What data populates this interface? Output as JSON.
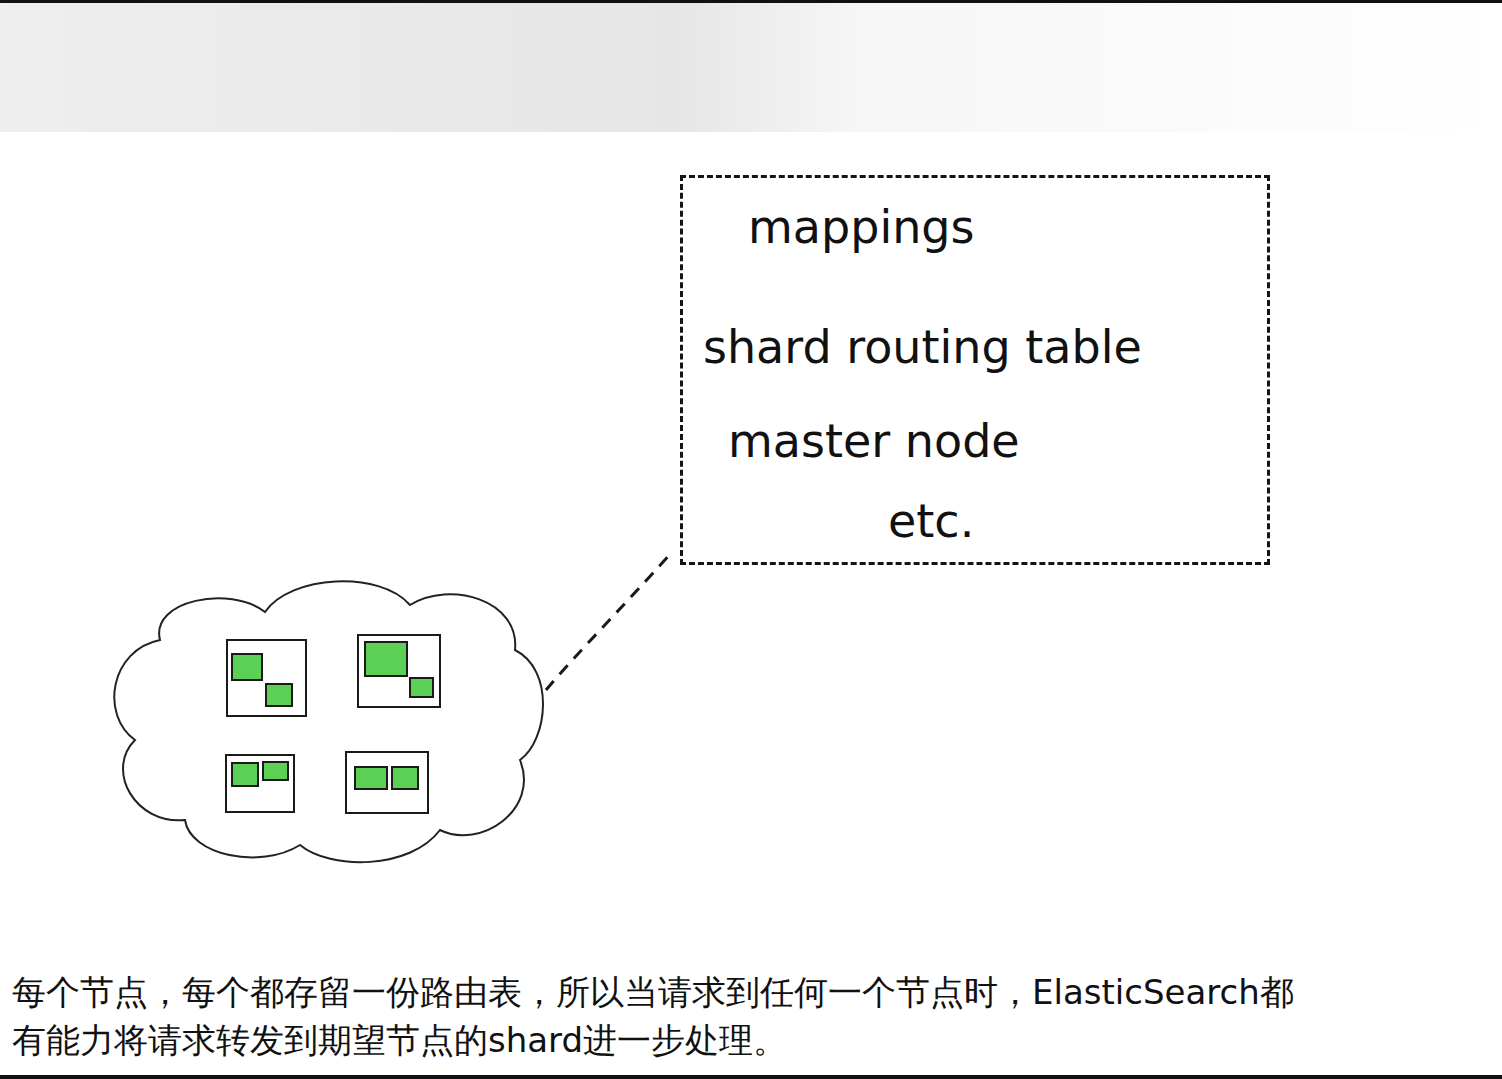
{
  "diagram": {
    "caption": "每个节点，每个都存留一份路由表，所以当请求到任何一个节点时，ElasticSearch都 有能力将请求转发到期望节点的shard进一步处理。",
    "nodes": [
      {
        "text": [
          "mappings",
          "shard routing table",
          "master node",
          "etc."
        ]
      }
    ]
  }
}
